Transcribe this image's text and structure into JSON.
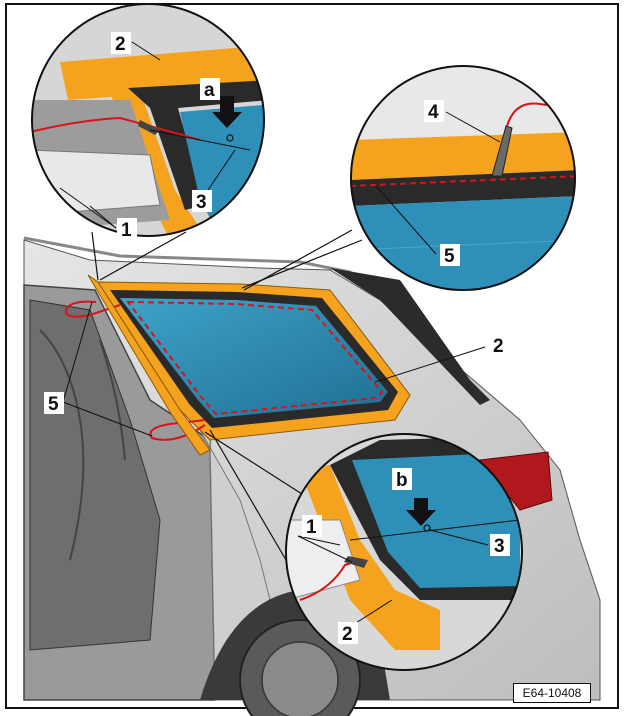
{
  "callouts": {
    "top_left": {
      "two": "2",
      "a": "a",
      "three": "3",
      "one": "1"
    },
    "top_right": {
      "four": "4",
      "five": "5"
    },
    "main": {
      "two": "2",
      "five": "5"
    },
    "bottom_right": {
      "b": "b",
      "one": "1",
      "three": "3",
      "two": "2"
    }
  },
  "figure_ref": "E64-10408",
  "colors": {
    "seal_orange": "#f5a31f",
    "glass_blue": "#2e8fb8",
    "wire_red": "#d7141a",
    "frame_dark": "#2a2a2a",
    "body_grey": "#d8d8d8"
  }
}
